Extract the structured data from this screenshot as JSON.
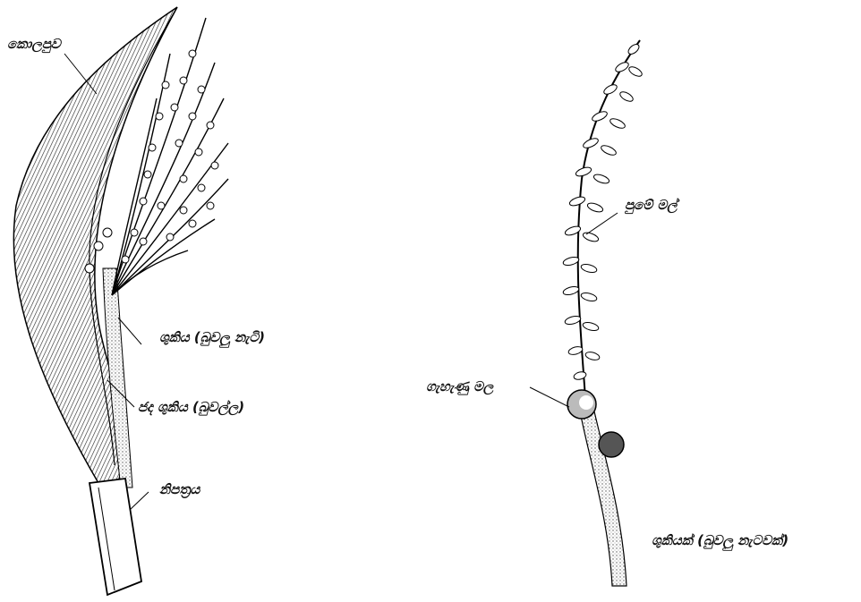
{
  "left_figure": {
    "labels": {
      "spathe": "කොලපුව",
      "spikelet": "ශුකිය (බුවලු නැටි)",
      "main_axis": "ජද ශුකිය (බුවල්ල)",
      "bract": "නිපත්‍රය"
    }
  },
  "right_figure": {
    "labels": {
      "male_flowers": "පුමේ මල්",
      "female_flower": "ගැහැණු මල",
      "spikelet": "ශුකියක් (බුවලු නැටවක්)"
    }
  },
  "colors": {
    "ink": "#111111",
    "background": "#ffffff"
  }
}
